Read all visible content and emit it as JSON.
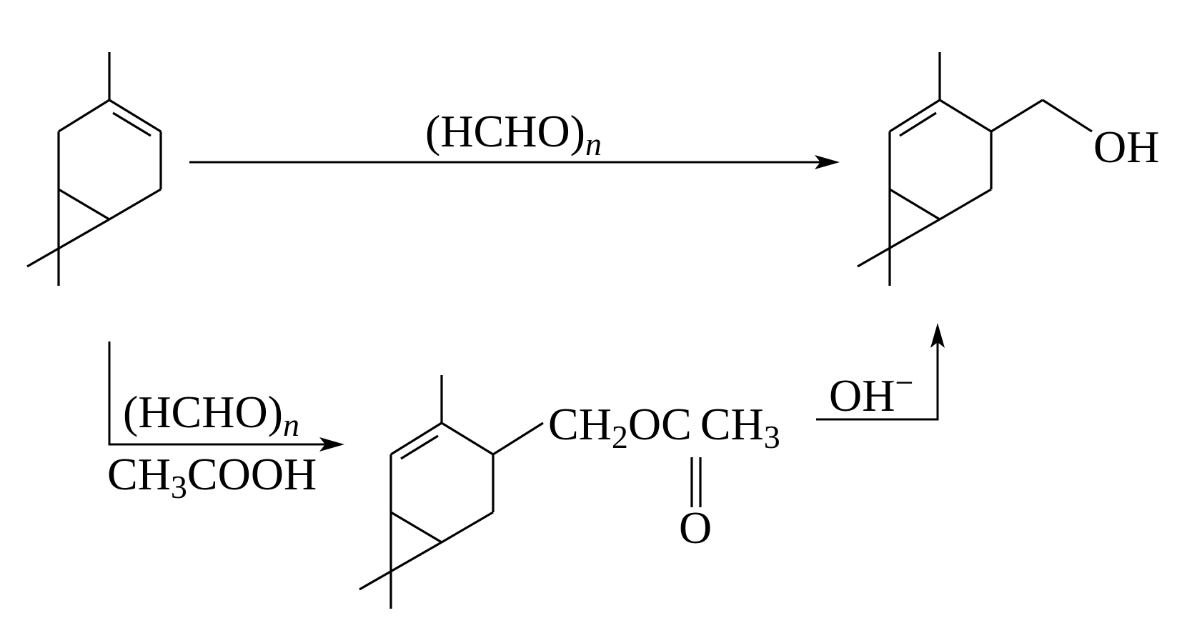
{
  "reagents": {
    "top": {
      "main": "(HCHO)",
      "subscript": "n"
    },
    "bottom": {
      "line1_main": "(HCHO)",
      "line1_subscript": "n",
      "line2_a": "CH",
      "line2_sub": "3",
      "line2_b": "COOH"
    },
    "hydrolysis": {
      "main": "OH",
      "charge": "−"
    }
  },
  "molecules": {
    "product_alcohol": {
      "group": "OH"
    },
    "intermediate_ester": {
      "a": "CH",
      "a_sub": "2",
      "b": "OC",
      "c": "CH",
      "c_sub": "3",
      "carbonyl_o": "O"
    }
  }
}
